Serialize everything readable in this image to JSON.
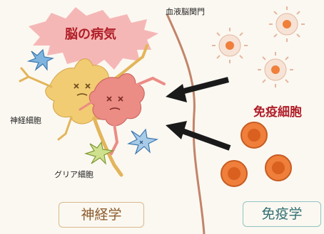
{
  "labels": {
    "brain_disease": "脳の病気",
    "blood_brain_barrier": "血液脳関門",
    "nerve_cell": "神経細胞",
    "glial_cell": "グリア細胞",
    "immune_cell": "免疫細胞",
    "neuroscience": "神経学",
    "immunology": "免疫学"
  },
  "colors": {
    "background": "#fbf8f1",
    "burst": "#f5b7b6",
    "title_red": "#b01e28",
    "neuron": "#f1cc72",
    "inflamed_cell": "#eb8c85",
    "barrier": "#c2846a",
    "immune_orange": "#ef7f3a",
    "arrow": "#1a1a1a"
  },
  "icons": [
    "cross-eyes-face-icon",
    "arrow-left-icon"
  ]
}
